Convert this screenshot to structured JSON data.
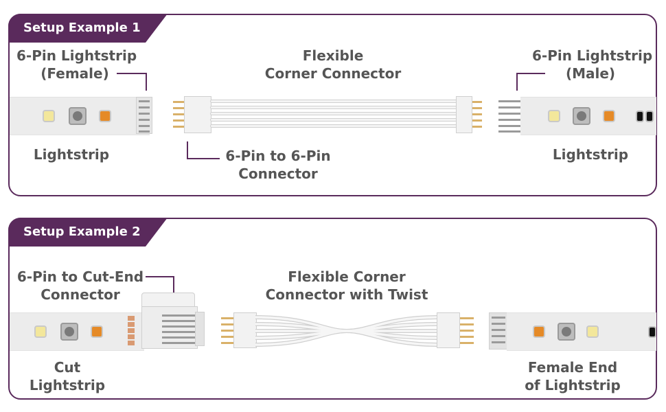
{
  "example1": {
    "tag": "Setup Example 1",
    "left_strip_label": "Lightstrip",
    "female_label": [
      "6-Pin Lightstrip",
      "(Female)"
    ],
    "flexible_label": [
      "Flexible",
      "Corner Connector"
    ],
    "pin_connector_label": [
      "6-Pin to 6-Pin",
      "Connector"
    ],
    "male_label": [
      "6-Pin Lightstrip",
      "(Male)"
    ],
    "right_strip_label": "Lightstrip"
  },
  "example2": {
    "tag": "Setup Example 2",
    "cut_end_label": [
      "6-Pin to Cut-End",
      "Connector"
    ],
    "twist_label": [
      "Flexible Corner",
      "Connector with Twist"
    ],
    "cut_strip_label": [
      "Cut",
      "Lightstrip"
    ],
    "female_end_label": [
      "Female End",
      "of Lightstrip"
    ]
  },
  "colors": {
    "accent": "#5a2a5c",
    "text": "#555555"
  }
}
